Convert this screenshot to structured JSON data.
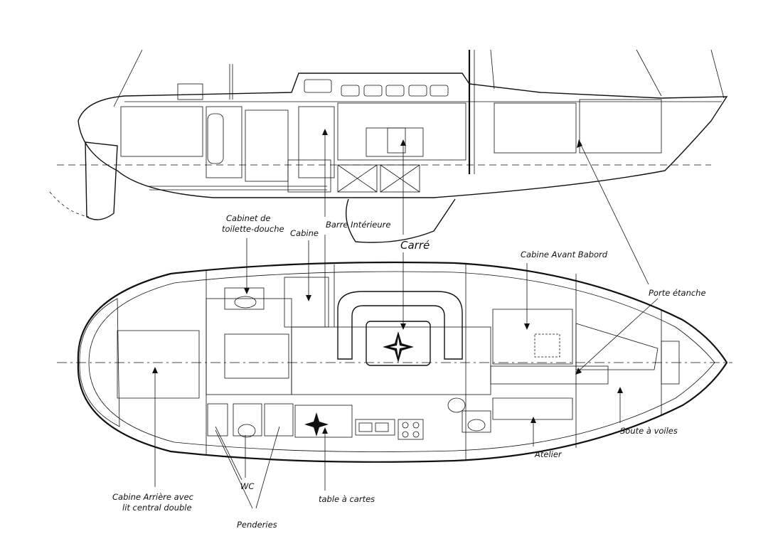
{
  "labels": {
    "cabinet_toilette_line1": "Cabinet de",
    "cabinet_toilette_line2": "toilette-douche",
    "cabine": "Cabine",
    "barre_interieure": "Barre Intérieure",
    "carre": "Carré",
    "cabine_avant_babord": "Cabine Avant Babord",
    "porte_etanche": "Porte étanche",
    "soute_a_voiles": "Soute à voiles",
    "atelier": "Atelier",
    "table_a_cartes": "table à cartes",
    "wc": "WC",
    "penderies": "Penderies",
    "cabine_arriere_line1": "Cabine Arrière avec",
    "cabine_arriere_line2": "lit central double"
  }
}
